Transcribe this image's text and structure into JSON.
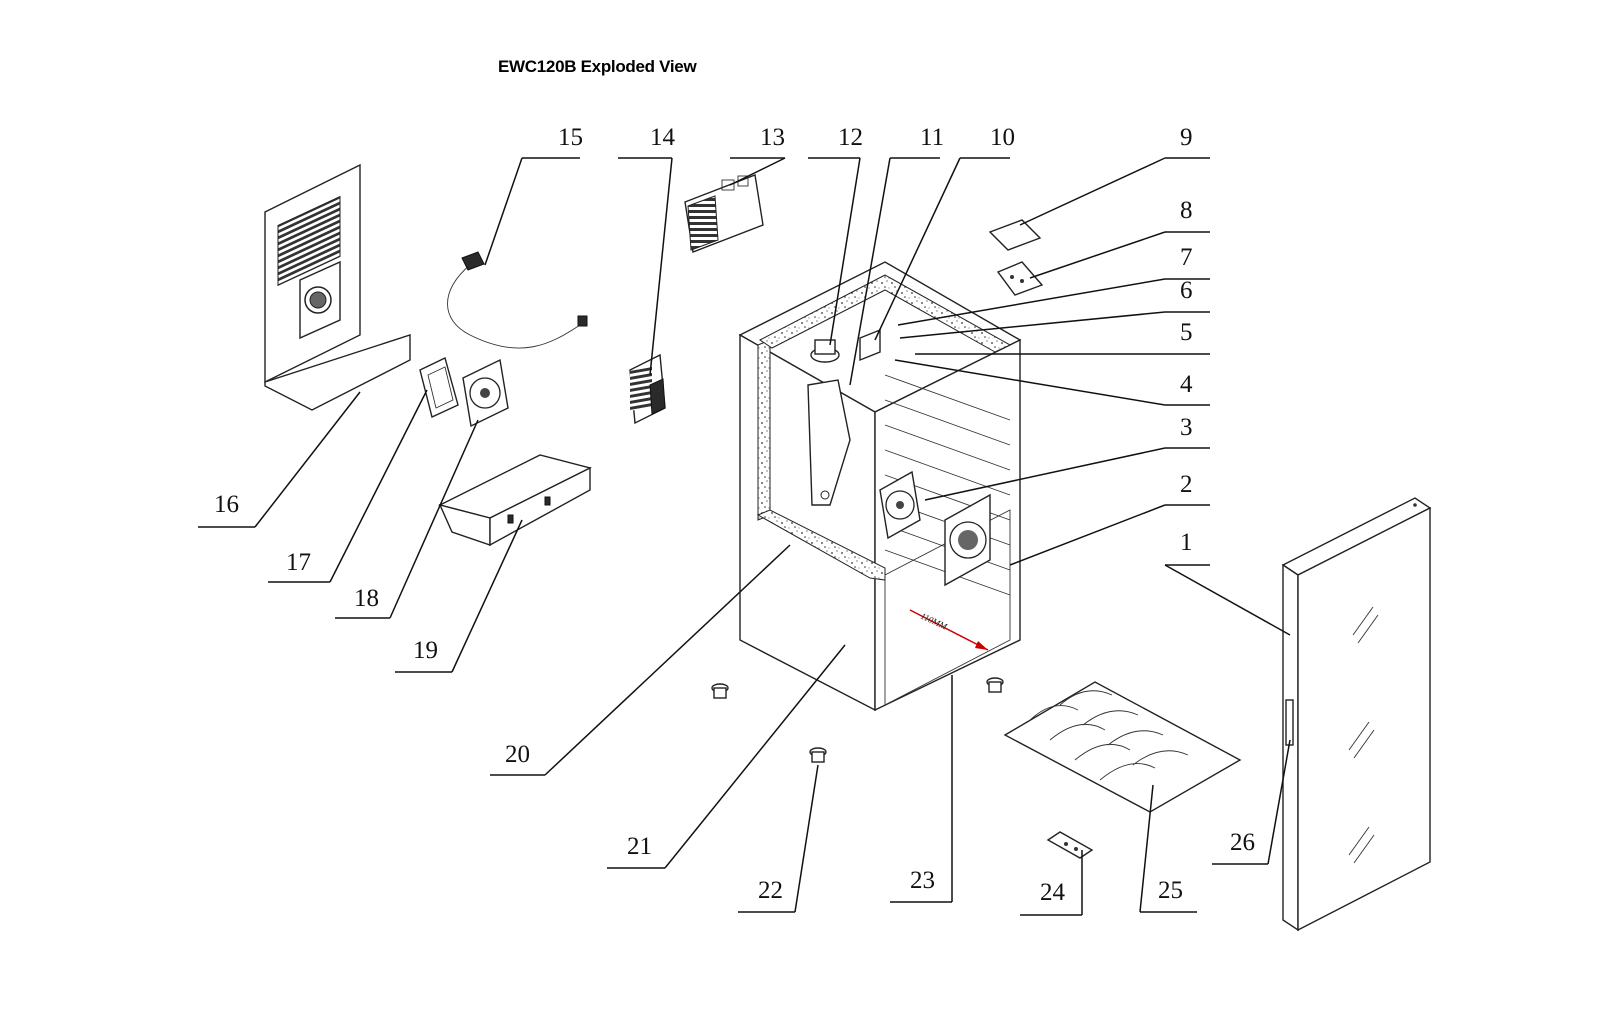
{
  "title": "EWC120B Exploded View",
  "callouts": [
    "1",
    "2",
    "3",
    "4",
    "5",
    "6",
    "7",
    "8",
    "9",
    "10",
    "11",
    "12",
    "13",
    "14",
    "15",
    "16",
    "17",
    "18",
    "19",
    "20",
    "21",
    "22",
    "23",
    "24",
    "25",
    "26"
  ],
  "annotation": "110MM"
}
